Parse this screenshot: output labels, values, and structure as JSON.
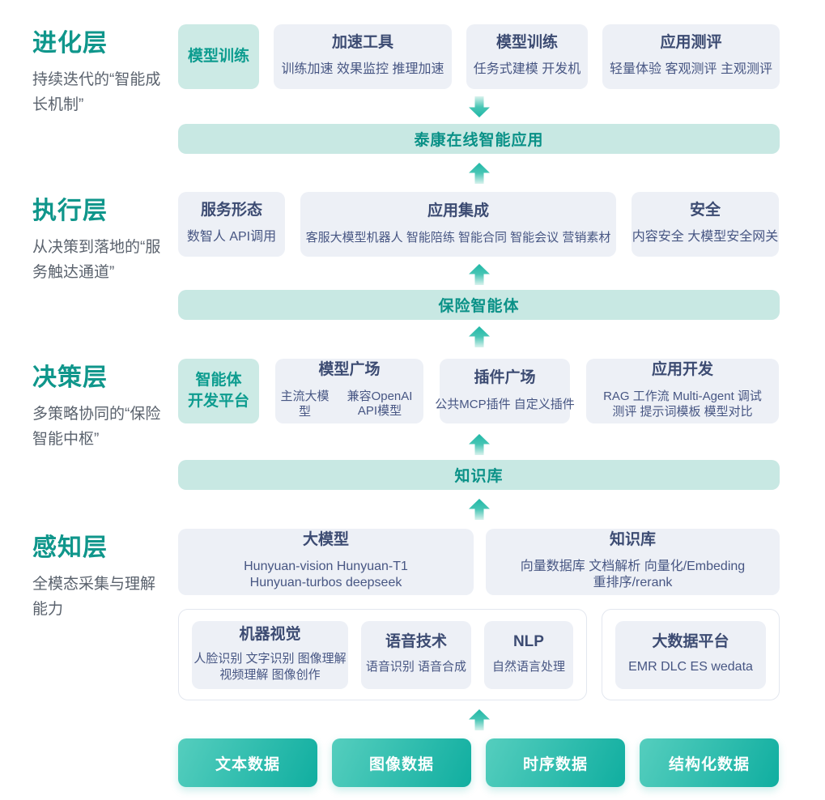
{
  "colors": {
    "accent_green": "#0F968B",
    "box_bg": "#EDF0F6",
    "box_title_text": "#3C4B72",
    "box_item_text": "#475683",
    "highlight_bg": "#CCEAE5",
    "highlight_text": "#0D9C8F",
    "banner_bg": "#C8E8E3",
    "banner_text": "#0A9187",
    "arrow_teal": "#1FB7A6",
    "button_gradient_start": "#55CEBE",
    "button_gradient_end": "#10AEA0"
  },
  "evolution": {
    "title": "进化层",
    "subtitle": "持续迭代的“智能成长机制”",
    "highlight": "模型训练",
    "box_accel": {
      "title": "加速工具",
      "items": "训练加速 效果监控 推理加速"
    },
    "box_train": {
      "title": "模型训练",
      "items": "任务式建模 开发机"
    },
    "box_eval": {
      "title": "应用测评",
      "items": "轻量体验 客观测评 主观测评"
    }
  },
  "banners": {
    "app": "泰康在线智能应用",
    "agent": "保险智能体",
    "kb": "知识库"
  },
  "execution": {
    "title": "执行层",
    "subtitle": "从决策到落地的“服务触达通道”",
    "box_service": {
      "title": "服务形态",
      "items": "数智人 API调用"
    },
    "box_integration": {
      "title": "应用集成",
      "items": "客服大模型机器人 智能陪练 智能合同 智能会议 营销素材"
    },
    "box_security": {
      "title": "安全",
      "items": "内容安全 大模型安全网关"
    }
  },
  "decision": {
    "title": "决策层",
    "subtitle": "多策略协同的“保险智能中枢”",
    "highlight_line1": "智能体",
    "highlight_line2": "开发平台",
    "box_models": {
      "title": "模型广场",
      "item_a": "主流大模型",
      "item_b": "兼容OpenAI API模型"
    },
    "box_plugins": {
      "title": "插件广场",
      "items": "公共MCP插件 自定义插件"
    },
    "box_appdev": {
      "title": "应用开发",
      "line1": "RAG 工作流 Multi-Agent 调试",
      "line2": "测评 提示词模板 模型对比"
    }
  },
  "perception": {
    "title": "感知层",
    "subtitle": "全模态采集与理解能力",
    "box_llm": {
      "title": "大模型",
      "line1": "Hunyuan-vision Hunyuan-T1",
      "line2": "Hunyuan-turbos deepseek"
    },
    "box_kb": {
      "title": "知识库",
      "line1": "向量数据库 文档解析 向量化/Embeding",
      "line2": "重排序/rerank"
    },
    "box_cv": {
      "title": "机器视觉",
      "line1": "人脸识别 文字识别 图像理解",
      "line2": "视频理解 图像创作"
    },
    "box_speech": {
      "title": "语音技术",
      "items": "语音识别 语音合成"
    },
    "box_nlp": {
      "title": "NLP",
      "items": "自然语言处理"
    },
    "box_bigdata": {
      "title": "大数据平台",
      "items": "EMR DLC ES wedata"
    }
  },
  "sources": [
    "文本数据",
    "图像数据",
    "时序数据",
    "结构化数据"
  ]
}
